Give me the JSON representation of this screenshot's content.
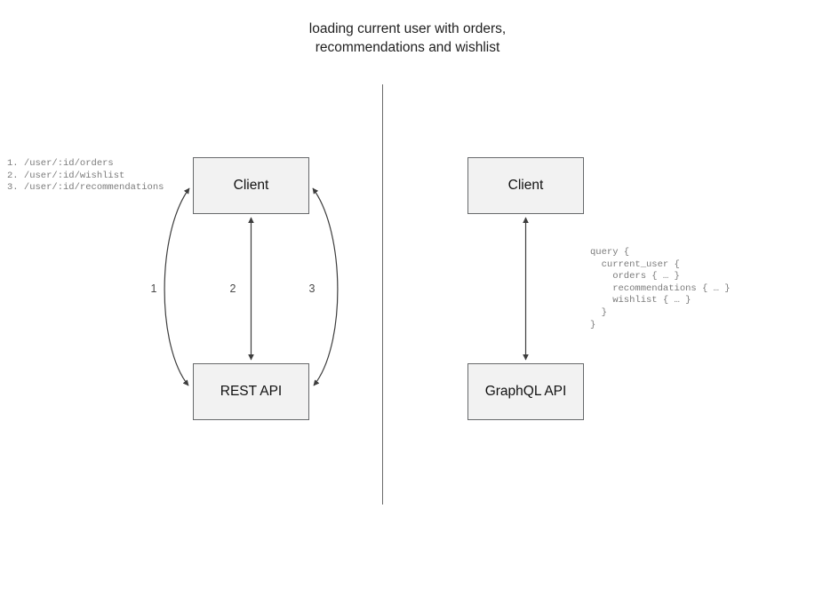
{
  "diagram": {
    "title": "loading current user with orders,\nrecommendations and wishlist",
    "divider_label": "panel-divider",
    "colors": {
      "node_fill": "#f2f2f2",
      "node_border": "#67696b",
      "edge_stroke": "#3d3d3d",
      "divider": "#6b6b6b",
      "mono_text": "#7b7b7b",
      "title_text": "#1f1f1f",
      "background": "#ffffff"
    }
  },
  "left_panel": {
    "name": "rest-approach",
    "nodes": {
      "client": "Client",
      "api": "REST API"
    },
    "endpoints_text": "1. /user/:id/orders\n2. /user/:id/wishlist\n3. /user/:id/recommendations",
    "endpoints": [
      {
        "index": "1.",
        "path": "/user/:id/orders"
      },
      {
        "index": "2.",
        "path": "/user/:id/wishlist"
      },
      {
        "index": "3.",
        "path": "/user/:id/recommendations"
      }
    ],
    "edge_labels": [
      "1",
      "2",
      "3"
    ],
    "edges": [
      {
        "id": "1",
        "from": "Client",
        "to": "REST API",
        "shape": "curve-left",
        "direction": "bidirectional"
      },
      {
        "id": "2",
        "from": "Client",
        "to": "REST API",
        "shape": "straight",
        "direction": "bidirectional"
      },
      {
        "id": "3",
        "from": "Client",
        "to": "REST API",
        "shape": "curve-right",
        "direction": "bidirectional"
      }
    ]
  },
  "right_panel": {
    "name": "graphql-approach",
    "nodes": {
      "client": "Client",
      "api": "GraphQL API"
    },
    "query_text": "query {\n  current_user {\n    orders { … }\n    recommendations { … }\n    wishlist { … }\n  }\n}",
    "edges": [
      {
        "id": "q",
        "from": "Client",
        "to": "GraphQL API",
        "shape": "straight",
        "direction": "bidirectional"
      }
    ]
  }
}
